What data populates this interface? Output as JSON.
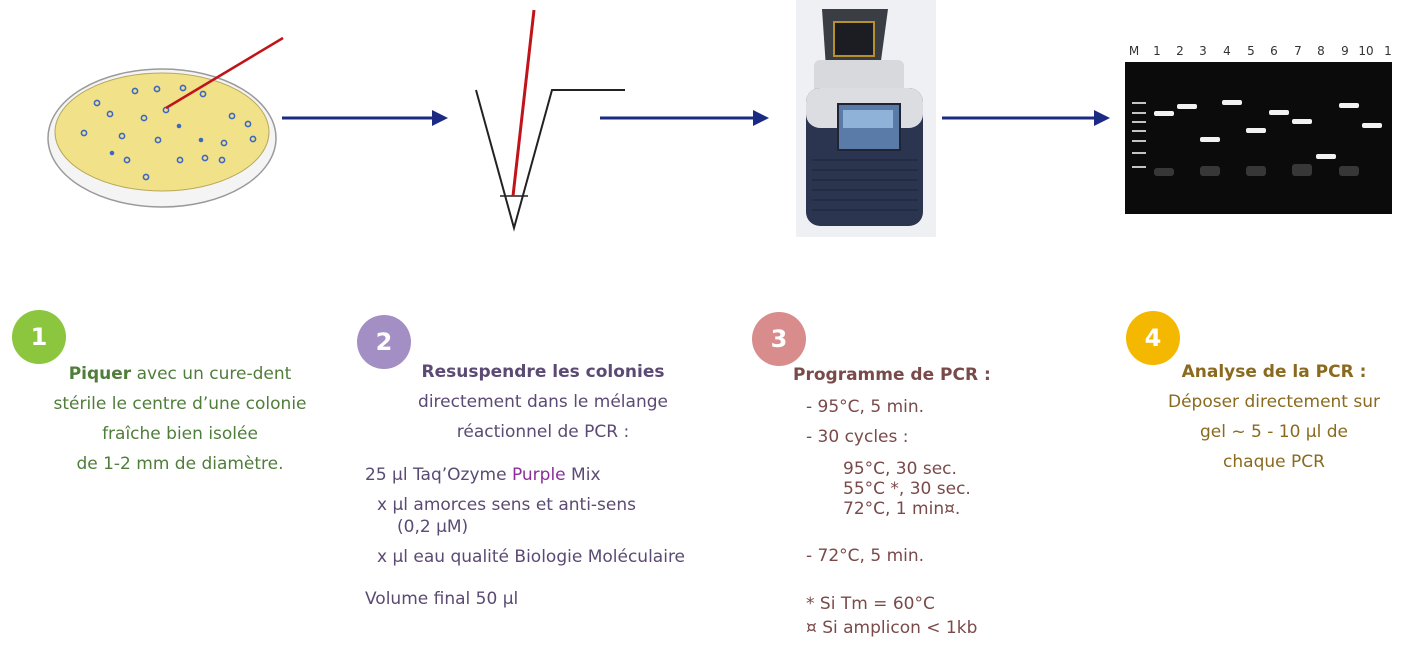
{
  "gel": {
    "lanes": [
      "M",
      "1",
      "2",
      "3",
      "4",
      "5",
      "6",
      "7",
      "8",
      "9",
      "10",
      "1"
    ]
  },
  "steps": [
    {
      "number": "1",
      "color": "#8cc63f",
      "lines": [
        {
          "bold": "Piquer",
          "rest": " avec un cure-dent"
        },
        "stérile le centre d’une colonie",
        "fraîche bien isolée",
        "de 1-2 mm de diamètre."
      ]
    },
    {
      "number": "2",
      "color": "#a48fc4",
      "title": "Resuspendre les colonies",
      "lines": [
        "directement dans le mélange",
        "réactionnel de PCR :"
      ],
      "mix_prefix": "25 µl Taq’Ozyme ",
      "mix_highlight": "Purple",
      "mix_suffix": " Mix",
      "items": [
        "x µl amorces sens et anti-sens",
        "(0,2 µM)",
        "x µl eau qualité Biologie Moléculaire"
      ],
      "final": "Volume final 50 µl"
    },
    {
      "number": "3",
      "color": "#d98c8c",
      "title": "Programme de PCR :",
      "items": [
        "- 95°C, 5 min.",
        "- 30 cycles :"
      ],
      "cycle": [
        "95°C, 30 sec.",
        "55°C *, 30 sec.",
        "72°C, 1 min¤."
      ],
      "final_step": "- 72°C, 5 min.",
      "notes": [
        "* Si Tm = 60°C",
        "¤ Si amplicon < 1kb"
      ]
    },
    {
      "number": "4",
      "color": "#f5b800",
      "title": "Analyse de la PCR :",
      "lines": [
        "Déposer directement sur",
        "gel ~ 5 - 10 µl de",
        "chaque PCR"
      ]
    }
  ]
}
